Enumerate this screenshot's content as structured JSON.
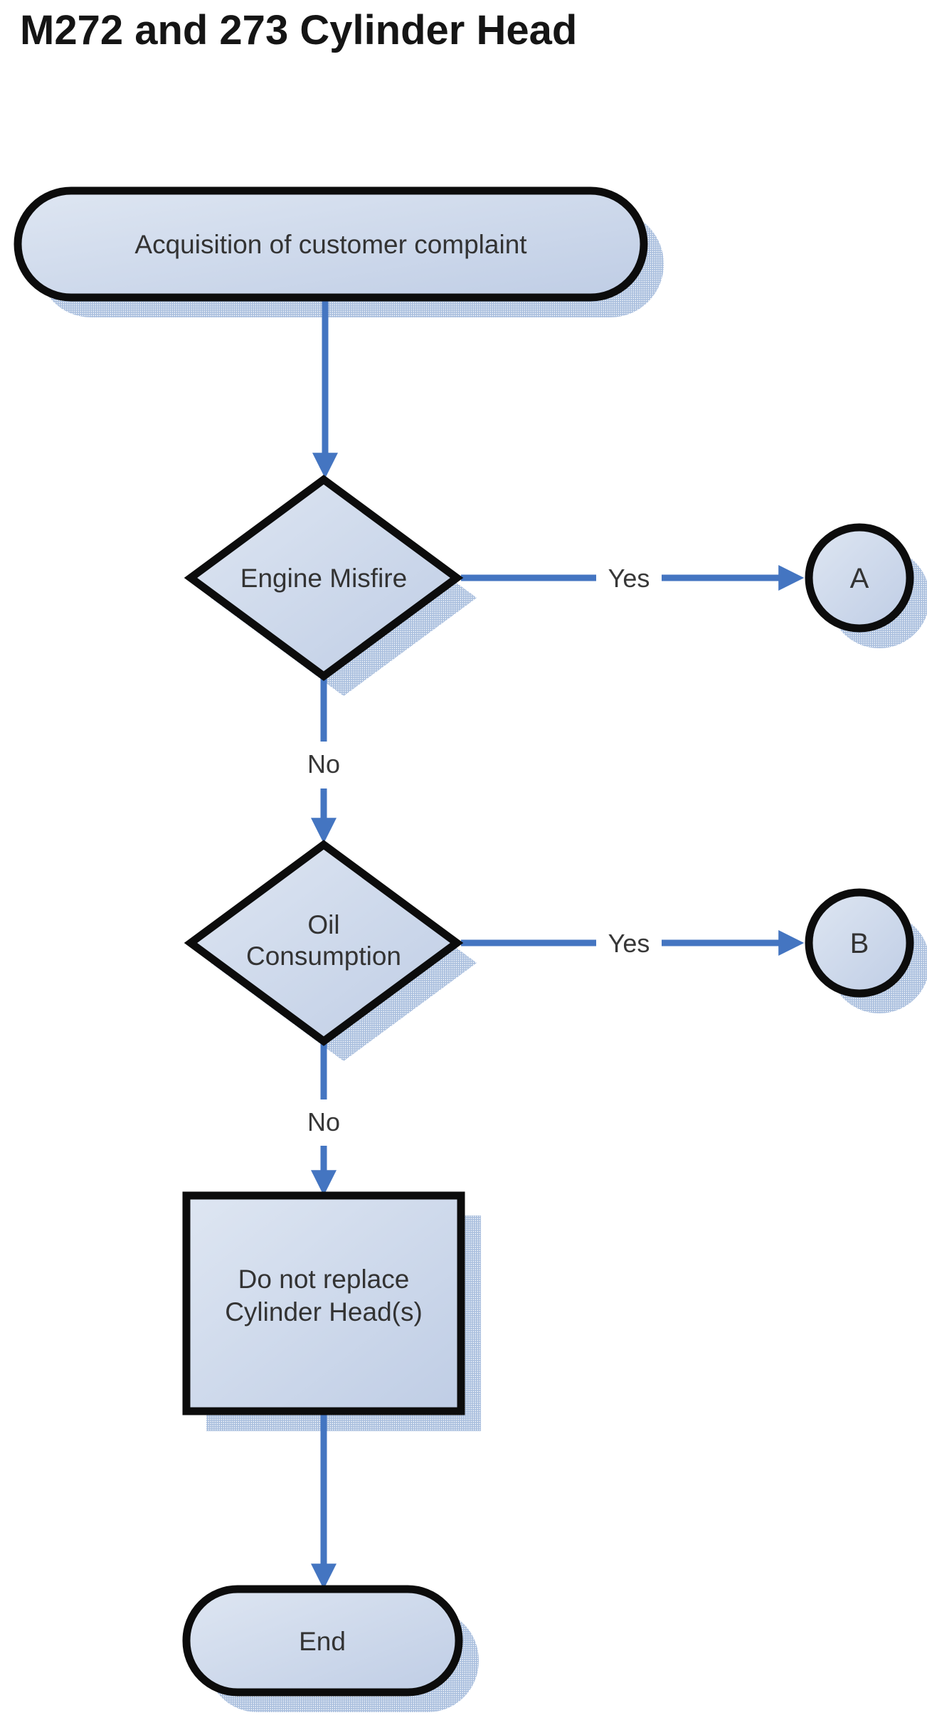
{
  "title": "M272 and 273 Cylinder Head",
  "colors": {
    "background": "#ffffff",
    "title_text": "#151515",
    "node_text": "#333333",
    "label_text": "#383838",
    "shape_fill_light": "#dee6f2",
    "shape_fill_dark": "#bfcde5",
    "shape_border": "#0c0c0c",
    "arrow": "#4475c1",
    "hatch": "#aabfde"
  },
  "flowchart": {
    "nodes": {
      "start": {
        "type": "terminator",
        "label": "Acquisition of customer complaint"
      },
      "engine_misfire": {
        "type": "decision",
        "label": "Engine Misfire"
      },
      "connector_a": {
        "type": "connector",
        "label": "A"
      },
      "oil_consumption": {
        "type": "decision",
        "label": "Oil Consumption",
        "lines": [
          "Oil",
          "Consumption"
        ]
      },
      "connector_b": {
        "type": "connector",
        "label": "B"
      },
      "do_not_replace": {
        "type": "process",
        "label": "Do not replace Cylinder Head(s)",
        "lines": [
          "Do not replace",
          "Cylinder Head(s)"
        ]
      },
      "end": {
        "type": "terminator",
        "label": "End"
      }
    },
    "edges": [
      {
        "from": "start",
        "to": "engine_misfire",
        "label": ""
      },
      {
        "from": "engine_misfire",
        "to": "connector_a",
        "label": "Yes"
      },
      {
        "from": "engine_misfire",
        "to": "oil_consumption",
        "label": "No"
      },
      {
        "from": "oil_consumption",
        "to": "connector_b",
        "label": "Yes"
      },
      {
        "from": "oil_consumption",
        "to": "do_not_replace",
        "label": "No"
      },
      {
        "from": "do_not_replace",
        "to": "end",
        "label": ""
      }
    ]
  }
}
